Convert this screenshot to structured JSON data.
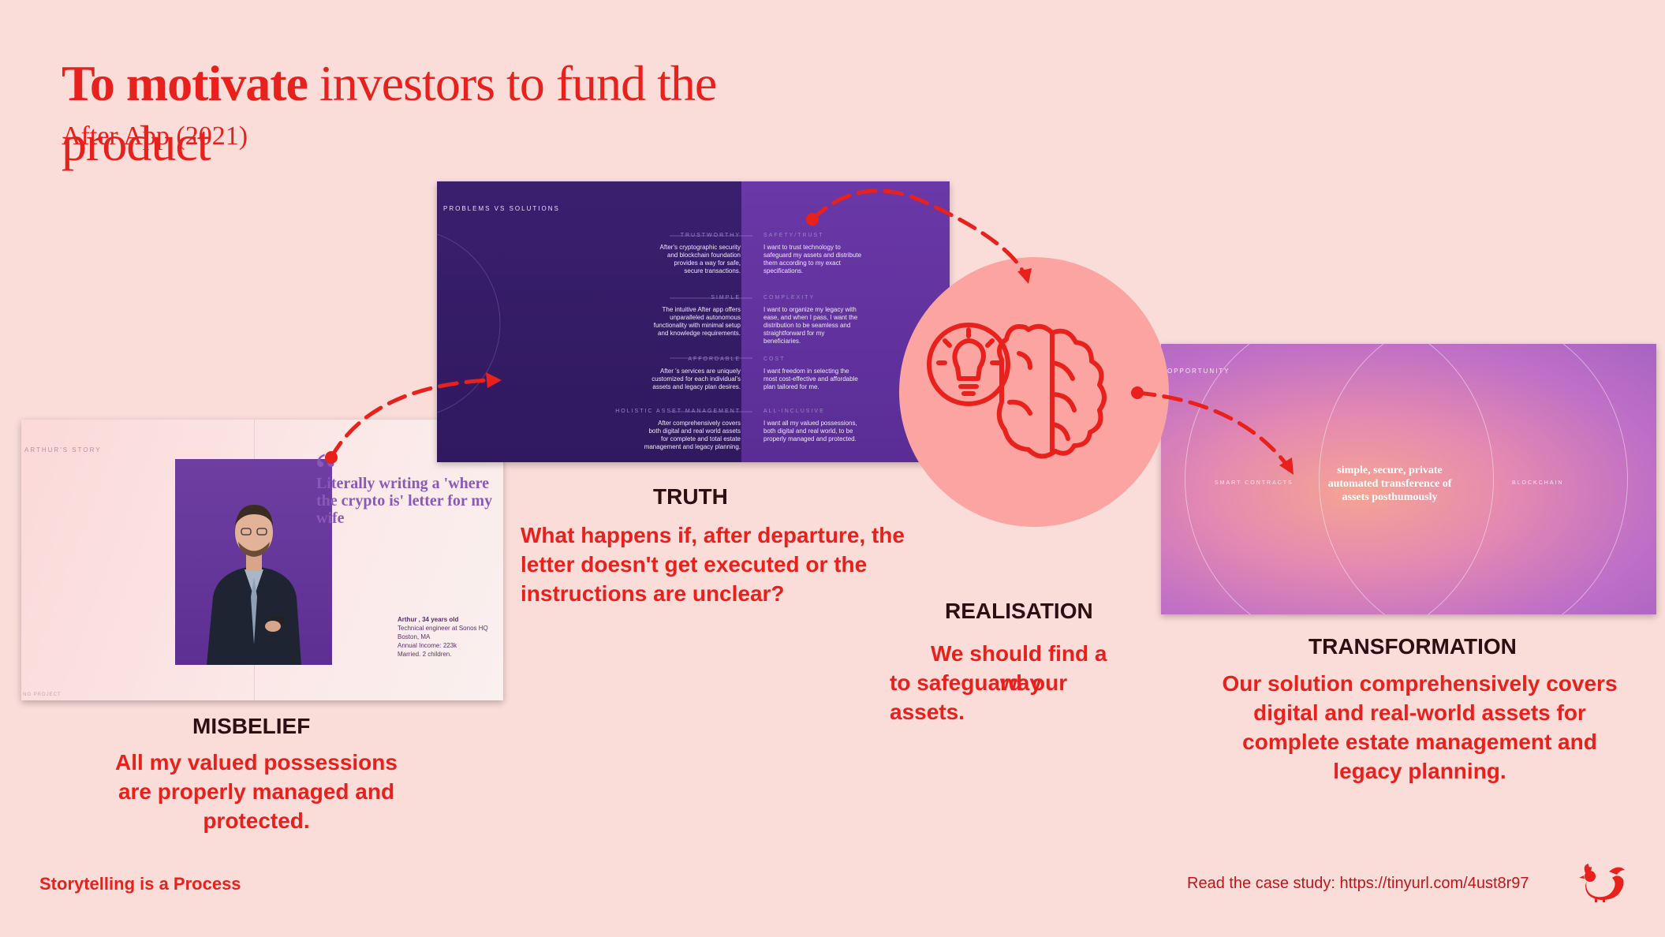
{
  "title": {
    "bold": "To motivate",
    "rest": " investors to fund the product"
  },
  "subtitle": "After App (2021)",
  "misbelief_slide": {
    "tag": "ARTHUR'S STORY",
    "quote_mark": "“",
    "quote": "Literally writing a 'where the crypto is' letter for my wife",
    "profile": [
      "Arthur , 34 years old",
      "Technical engineer at Sonos HQ",
      "Boston, MA",
      "Annual Income: 223k",
      "Married. 2 children."
    ],
    "footer": "NO PROJECT"
  },
  "truth_slide": {
    "heading": "PROBLEMS VS SOLUTIONS",
    "rows": [
      {
        "left_label": "TRUSTWORTHY",
        "left_text": [
          "After's cryptographic security",
          "and blockchain foundation",
          "provides a way for safe,",
          "secure transactions."
        ],
        "right_label": "SAFETY/TRUST",
        "right_text": [
          "I want to trust technology to",
          "safeguard my assets and distribute",
          "them according to my exact",
          "specifications."
        ]
      },
      {
        "left_label": "SIMPLE",
        "left_text": [
          "The intuitive After app offers",
          "unparalleled autonomous",
          "functionality with minimal setup",
          "and knowledge requirements."
        ],
        "right_label": "COMPLEXITY",
        "right_text": [
          "I want to organize my legacy with",
          "ease, and when I pass, I want the",
          "distribution to be seamless and",
          "straightforward for my",
          "beneficiaries."
        ]
      },
      {
        "left_label": "AFFORDABLE",
        "left_text": [
          "After 's services are uniquely",
          "customized for each individual's",
          "assets and legacy plan desires."
        ],
        "right_label": "COST",
        "right_text": [
          "I want freedom in selecting the",
          "most cost-effective and affordable",
          "plan tailored for me."
        ]
      },
      {
        "left_label": "HOLISTIC ASSET MANAGEMENT",
        "left_text": [
          "After comprehensively covers",
          "both digital and real world assets",
          "for complete and total estate",
          "management and legacy planning."
        ],
        "right_label": "ALL-INCLUSIVE",
        "right_text": [
          "I want all my valued possessions,",
          "both digital and real world, to be",
          "properly managed and protected."
        ]
      }
    ]
  },
  "transform_slide": {
    "tag": "OPPORTUNITY",
    "left_label": "SMART CONTRACTS",
    "right_label": "BLOCKCHAIN",
    "center_text": "simple, secure, private automated transference of assets posthumously"
  },
  "stages": {
    "misbelief": {
      "title": "MISBELIEF",
      "body": "All my valued possessions are properly managed and protected."
    },
    "truth": {
      "title": "TRUTH",
      "body": "What happens if, after departure, the letter doesn't get executed or the instructions are unclear?"
    },
    "realisation": {
      "title": "REALISATION",
      "line1": "We should find a",
      "line2a": "to safeguard",
      "line2b": "way",
      "line2c": "our",
      "line3": "assets."
    },
    "transformation": {
      "title": "TRANSFORMATION",
      "body": "Our solution comprehensively covers digital and real-world assets for complete estate management and legacy planning."
    }
  },
  "footer": {
    "left": "Storytelling is a Process",
    "right": "Read the case study: https://tinyurl.com/4ust8r97"
  },
  "colors": {
    "accent": "#e8211c",
    "background": "#fadcd9",
    "circle": "#fba4a2",
    "dark_text": "#2b0f12"
  }
}
